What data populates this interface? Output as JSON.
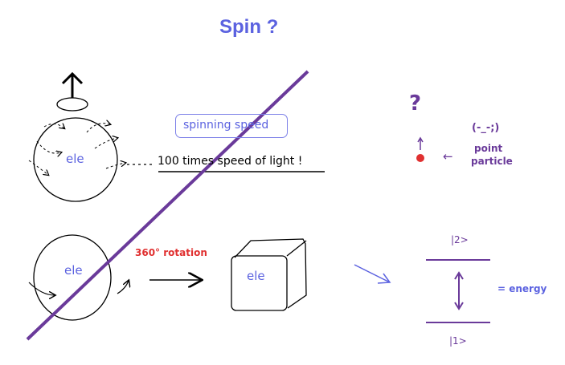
{
  "title": "Spin ?",
  "electron_label": "ele",
  "spinning_speed_label": "spinning speed",
  "speed_claim": "100 times speed of light !",
  "rotation_label": "360° rotation",
  "point_particle": {
    "question": "?",
    "emoticon": "(-_-;)",
    "arrow": "←",
    "label_line1": "point",
    "label_line2": "particle"
  },
  "energy_levels": {
    "upper": "|2>",
    "lower": "|1>",
    "energy_label": "= energy"
  },
  "colors": {
    "blue": "#5b62e0",
    "purple": "#6a3a9a",
    "red": "#e03030"
  }
}
